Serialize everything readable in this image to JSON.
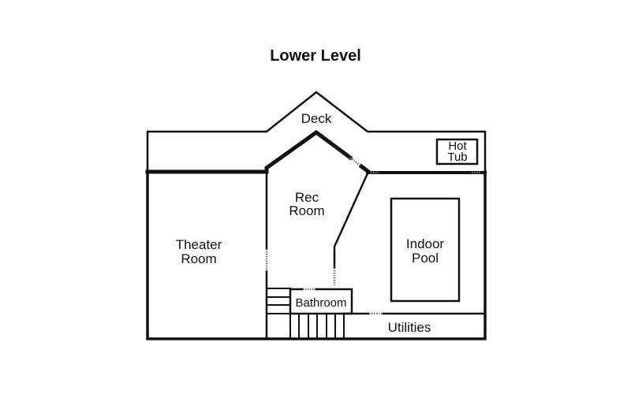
{
  "title": "Lower Level",
  "rooms": {
    "deck": "Deck",
    "hot_tub_line1": "Hot",
    "hot_tub_line2": "Tub",
    "rec_line1": "Rec",
    "rec_line2": "Room",
    "theater_line1": "Theater",
    "theater_line2": "Room",
    "pool_line1": "Indoor",
    "pool_line2": "Pool",
    "bathroom": "Bathroom",
    "utilities": "Utilities"
  }
}
